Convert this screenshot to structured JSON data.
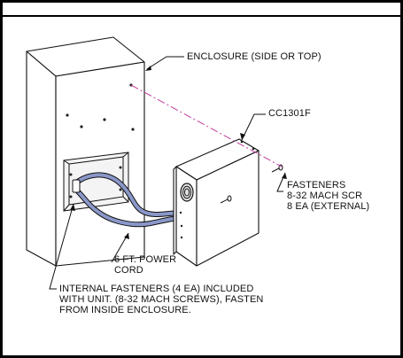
{
  "colors": {
    "line": "#111111",
    "cord": "#8a97c8",
    "center_line": "#c23c9e",
    "frame": "#000000"
  },
  "labels": {
    "enclosure": "ENCLOSURE (SIDE OR TOP)",
    "part_number": "CC1301F",
    "fasteners": [
      "FASTENERS",
      "8-32 MACH SCR",
      "8 EA (EXTERNAL)"
    ],
    "power_cord": [
      "6 FT. POWER",
      "CORD"
    ],
    "internal_fasteners": [
      "INTERNAL FASTENERS (4 EA) INCLUDED",
      "WITH UNIT. (8-32 MACH SCREWS), FASTEN",
      "FROM INSIDE ENCLOSURE."
    ]
  }
}
